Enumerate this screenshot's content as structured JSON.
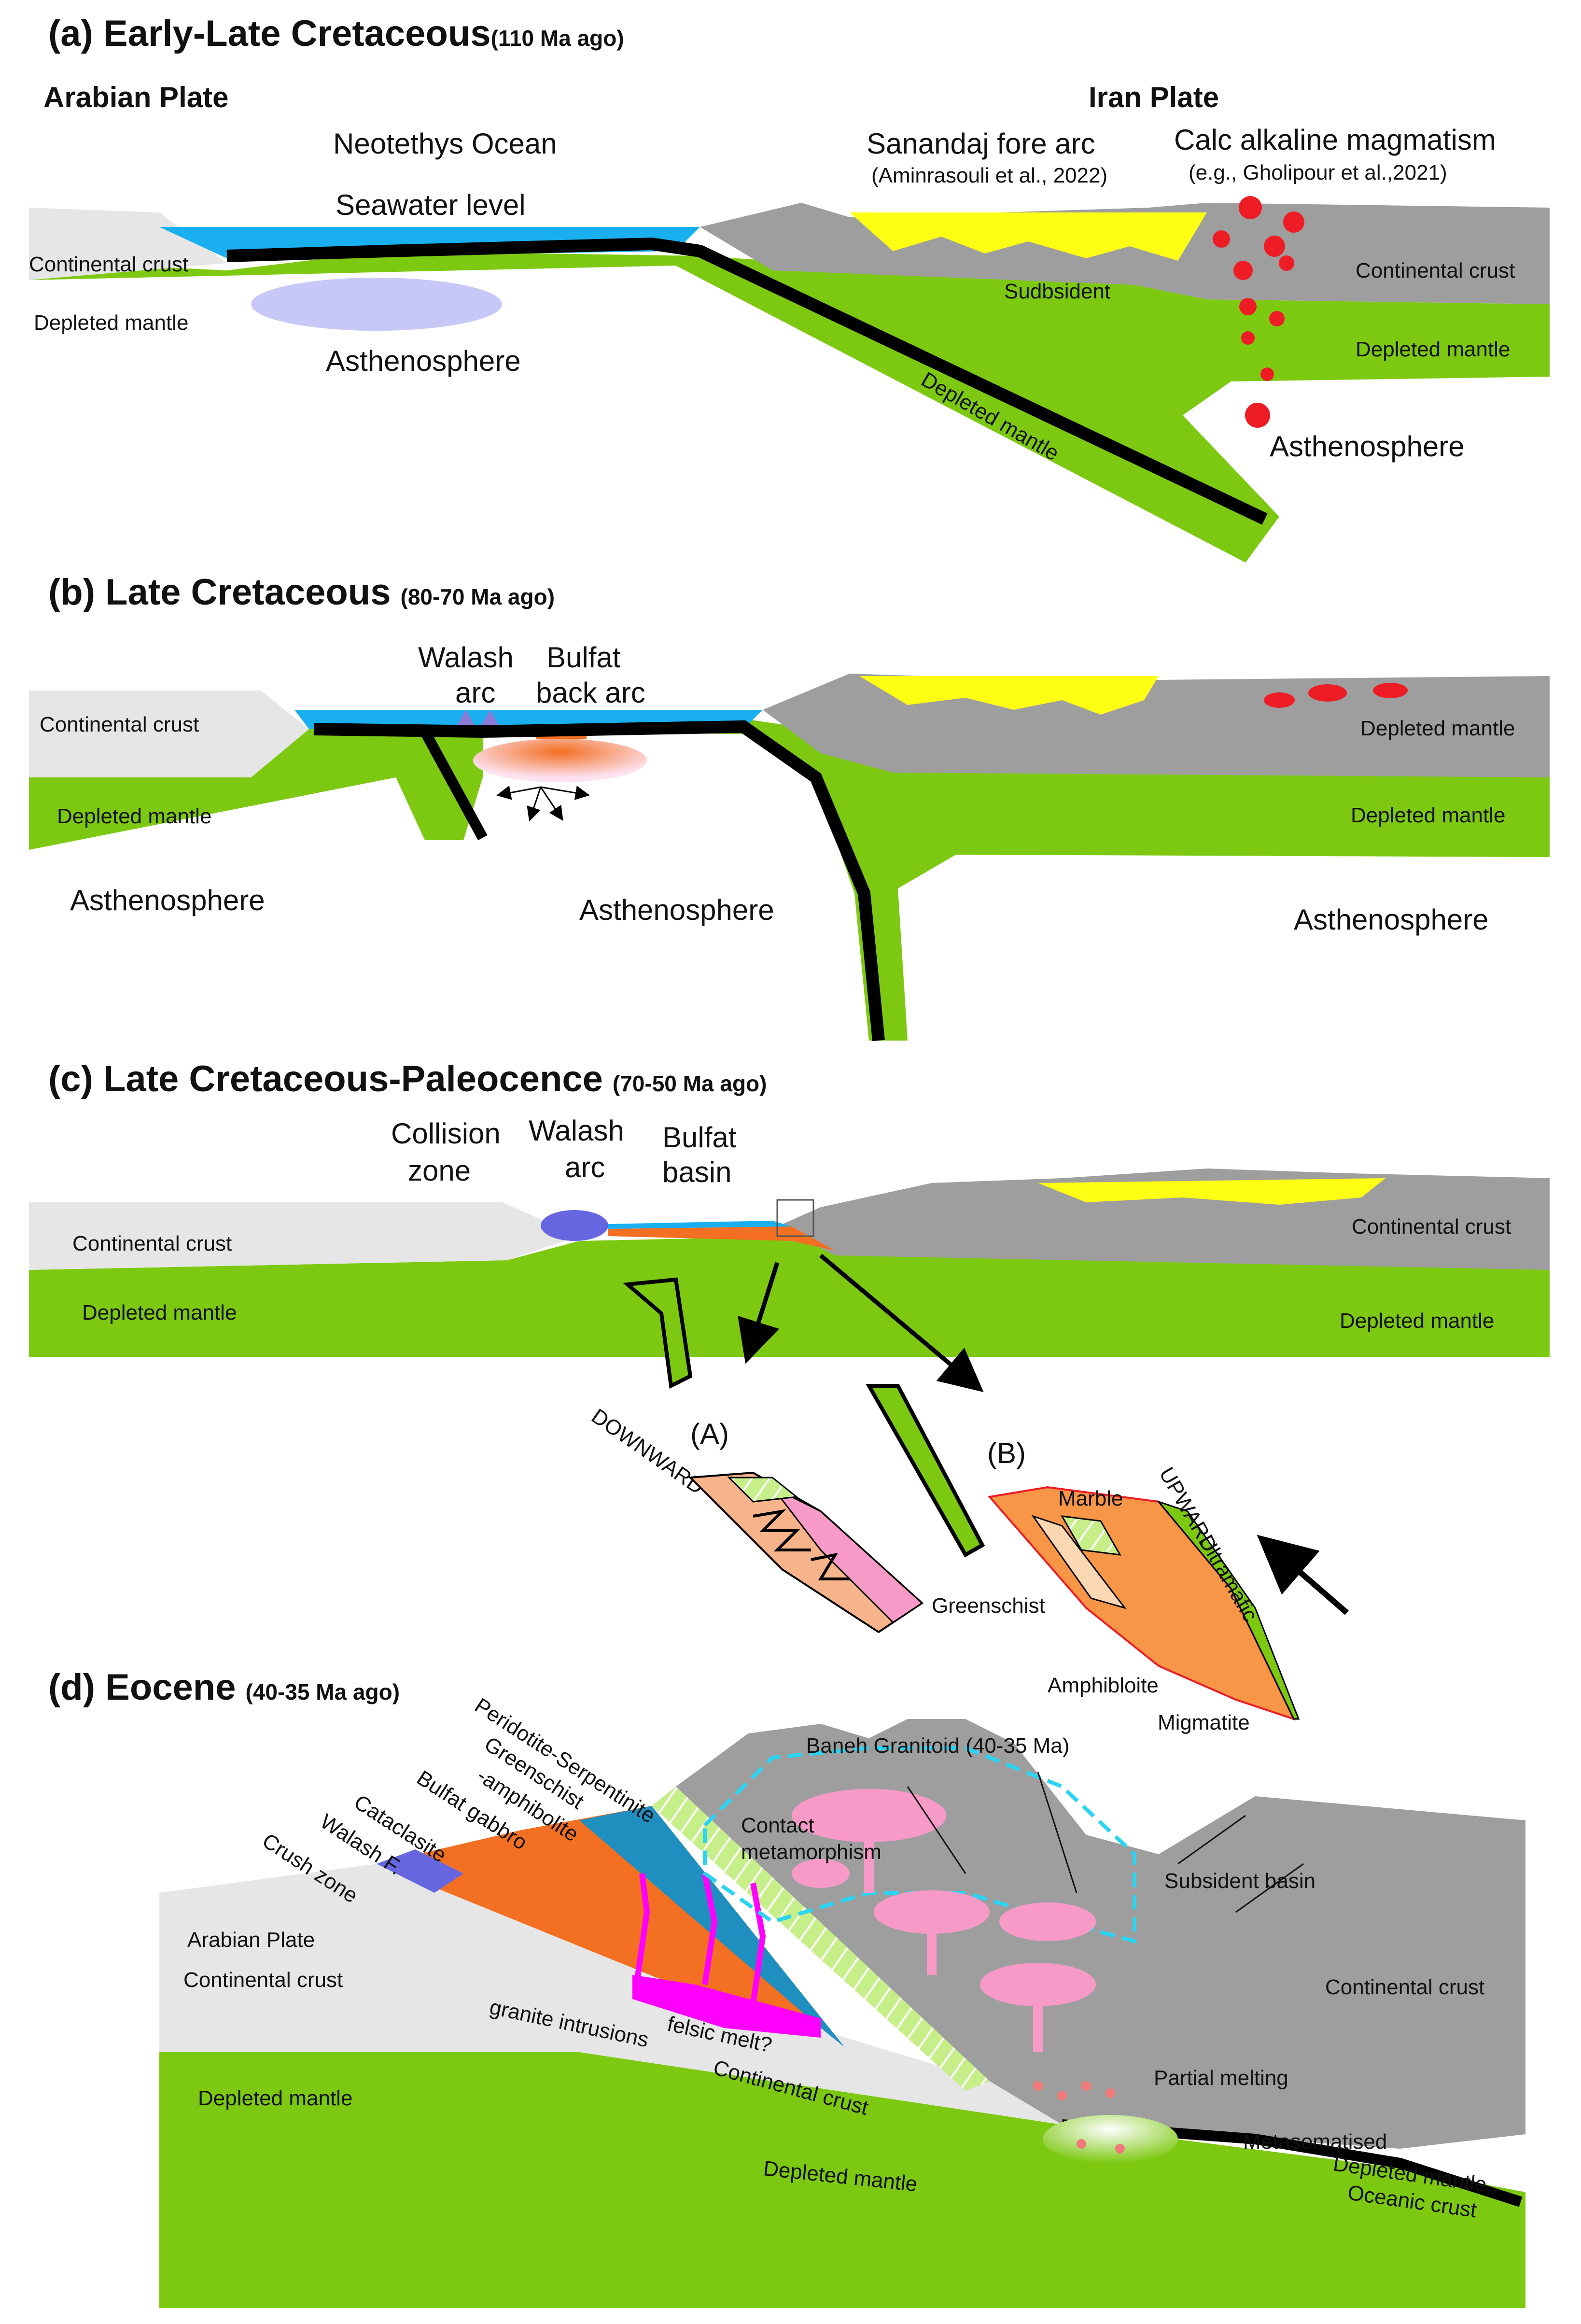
{
  "colors": {
    "ocean": "#1ab0f0",
    "mantle": "#7dc912",
    "crust_light": "#e6e6e6",
    "crust_grey": "#9e9e9e",
    "sediment": "#ffff14",
    "magma": "#ee1c24",
    "slab": "#000000",
    "asthenosphere_plume": "#c8c8f8",
    "granitoid": "#f79ac8",
    "walash_arc": "#6666e0",
    "bulfat": "#f36f21",
    "felsic_melt": "#ff00ff",
    "contact_line": "#2ad4f2"
  },
  "panels": {
    "a": {
      "title": "(a) Early-Late Cretaceous",
      "age": "(110 Ma ago)",
      "arabian_plate": "Arabian Plate",
      "iran_plate": "Iran Plate",
      "ocean": "Neotethys Ocean",
      "seawater": "Seawater level",
      "forearc": "Sanandaj fore arc",
      "forearc_ref": "(Aminrasouli et al., 2022)",
      "magmatism": "Calc alkaline magmatism",
      "magmatism_ref": "(e.g., Gholipour et al.,2021)",
      "crust_left": "Continental crust",
      "crust_right": "Continental crust",
      "mantle_left": "Depleted mantle",
      "mantle_right": "Depleted mantle",
      "mantle_slab": "Depleted mantle",
      "subsident": "Sudbsident",
      "astheno_left": "Asthenosphere",
      "astheno_right": "Asthenosphere"
    },
    "b": {
      "title": "(b) Late Cretaceous",
      "age": "(80-70 Ma ago)",
      "walash_1": "Walash",
      "walash_2": "arc",
      "bulfat_1": "Bulfat",
      "bulfat_2": "back arc",
      "crust_left": "Continental crust",
      "mantle_left": "Depleted mantle",
      "mantle_right_upper": "Depleted mantle",
      "mantle_right_lower": "Depleted mantle",
      "astheno_left": "Asthenosphere",
      "astheno_mid": "Asthenosphere",
      "astheno_right": "Asthenosphere"
    },
    "c": {
      "title": "(c) Late Cretaceous-Paleocence",
      "age": "(70-50 Ma ago)",
      "collision_1": "Collision",
      "collision_2": "zone",
      "walash_1": "Walash",
      "walash_2": "arc",
      "bulfat_1": "Bulfat",
      "bulfat_2": "basin",
      "crust_left": "Continental crust",
      "crust_right": "Continental crust",
      "mantle_left": "Depleted mantle",
      "mantle_right": "Depleted mantle",
      "inset_a": "(A)",
      "inset_b": "(B)",
      "downward": "DOWNWARD",
      "upward": "UPWARD",
      "marble": "Marble",
      "ultramafic": "Ultramafic",
      "greenschist": "Greenschist",
      "amphibolite": "Amphibloite",
      "migmatite": "Migmatite"
    },
    "d": {
      "title": "(d) Eocene",
      "age": "(40-35 Ma ago)",
      "peridotite": "Peridotite-Serpentinite",
      "greenschist_1": "Greenschist",
      "greenschist_2": "-amphibolite",
      "bulfat_gabbro": "Bulfat gabbro",
      "cataclasite": "Cataclasite",
      "walash_f": "Walash F.",
      "crush_zone": "Crush zone",
      "baneh": "Baneh Granitoid (40-35 Ma)",
      "contact_1": "Contact",
      "contact_2": "metamorphism",
      "subsident_basin": "Subsident basin",
      "arabian_plate": "Arabian Plate",
      "crust_left": "Continental crust",
      "crust_right": "Continental crust",
      "crust_mid": "Continental crust",
      "granite": "granite intrusions",
      "felsic": "felsic melt?",
      "partial_melting": "Partial melting",
      "metasomatised": "Metasomatised",
      "mantle_left": "Depleted mantle",
      "mantle_mid": "Depleted mantle",
      "mantle_right": "Depleted mantle",
      "oceanic_crust": "Oceanic crust"
    }
  }
}
